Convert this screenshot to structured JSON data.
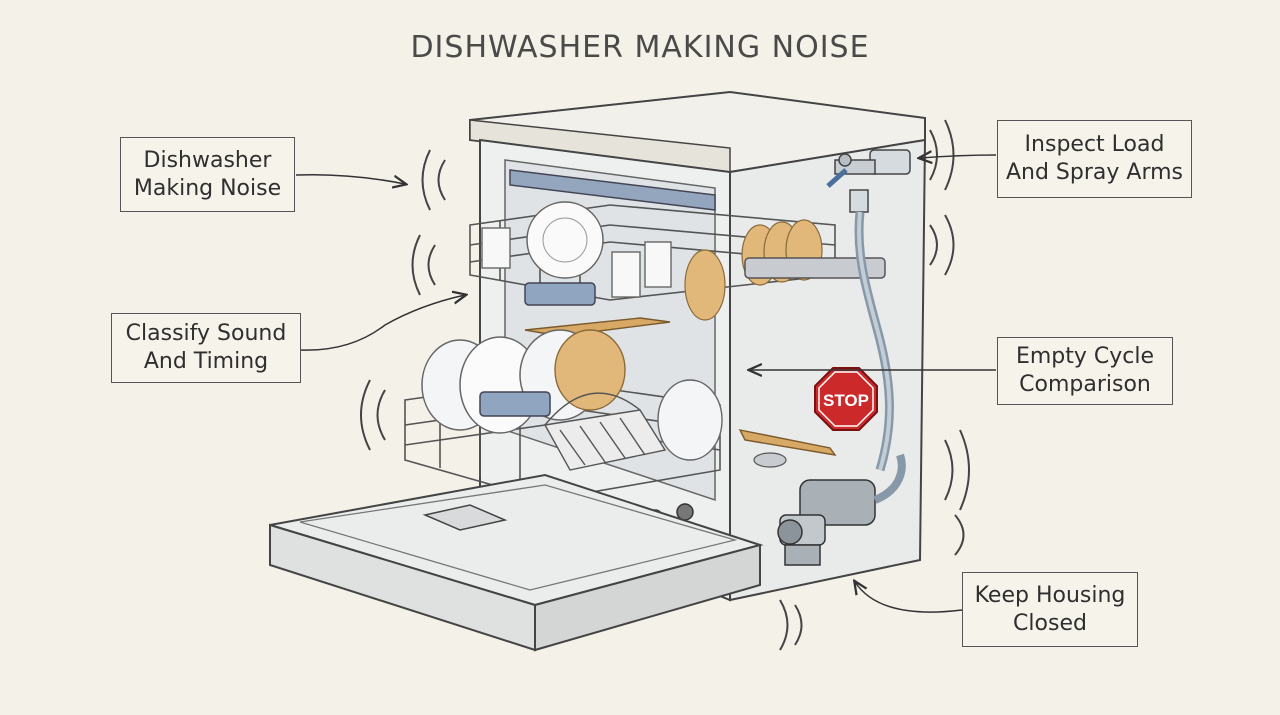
{
  "title": "DISHWASHER MAKING NOISE",
  "labels": {
    "making_noise": {
      "line1": "Dishwasher",
      "line2": "Making Noise"
    },
    "classify": {
      "line1": "Classify Sound",
      "line2": "And Timing"
    },
    "inspect": {
      "line1": "Inspect Load",
      "line2": "And Spray Arms"
    },
    "empty_cycle": {
      "line1": "Empty Cycle",
      "line2": "Comparison"
    },
    "keep_housing": {
      "line1": "Keep Housing",
      "line2": "Closed"
    }
  },
  "stop_sign": "STOP",
  "colors": {
    "background": "#f4f1e8",
    "stop_red": "#cc2a2a",
    "accent_blue": "#7f97b4",
    "accent_tan": "#d8a865"
  }
}
